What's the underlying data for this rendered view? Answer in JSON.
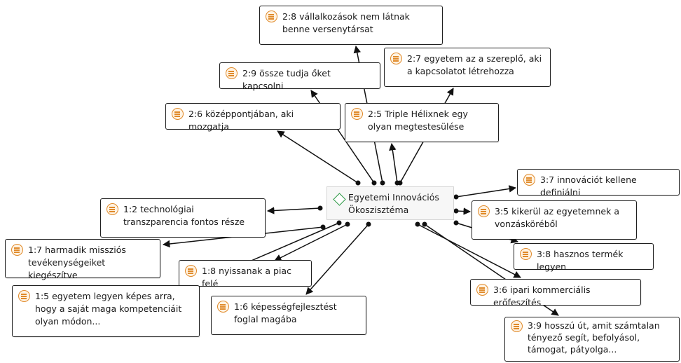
{
  "center": {
    "label": "Egyetemi Innovációs Ökoszisztéma",
    "icon": "code-diamond-icon",
    "icon_color": "#2e9a46"
  },
  "quotes": [
    {
      "id": "2:8",
      "text": "vállalkozások nem látnak benne versenytársat"
    },
    {
      "id": "2:7",
      "text": "egyetem az a szereplő, aki a kapcsolatot létrehozza"
    },
    {
      "id": "2:9",
      "text": "össze tudja őket kapcsolni"
    },
    {
      "id": "2:6",
      "text": "középpontjában, aki mozgatja"
    },
    {
      "id": "2:5",
      "text": "Triple Hélixnek egy olyan megtestesülése"
    },
    {
      "id": "3:7",
      "text": "innovációt kellene definiálni"
    },
    {
      "id": "1:2",
      "text": "technológiai transzparencia fontos része"
    },
    {
      "id": "3:5",
      "text": "kikerül az egyetemnek a vonzásköréből"
    },
    {
      "id": "1:7",
      "text": "harmadik missziós tevékenységeiket kiegészítve"
    },
    {
      "id": "3:8",
      "text": "hasznos termék legyen"
    },
    {
      "id": "1:8",
      "text": "nyissanak a piac felé"
    },
    {
      "id": "3:6",
      "text": "ipari kommerciális erőfeszítés"
    },
    {
      "id": "1:5",
      "text": "egyetem legyen képes arra, hogy a saját maga kompetenciáit olyan módon..."
    },
    {
      "id": "1:6",
      "text": "képességfejlesztést foglal magába"
    },
    {
      "id": "3:9",
      "text": "hosszú út, amit számtalan tényező segít, befolyásol, támogat, pátyolga..."
    }
  ],
  "colors": {
    "link": "#111111",
    "border": "#1f1f1f",
    "quote_icon": "#e08a2a"
  },
  "quote_icon": "quotation-document-icon"
}
